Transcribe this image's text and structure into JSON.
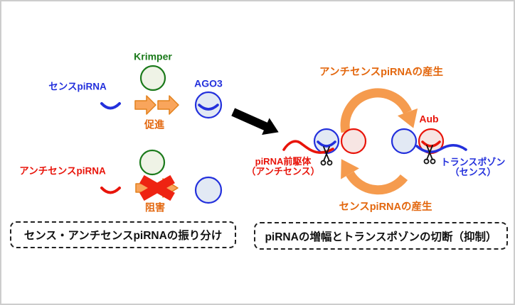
{
  "left_panel": {
    "krimper_label": "Krimper",
    "sense_pirna_label": "センスpiRNA",
    "ago3_label": "AGO3",
    "promote_label": "促進",
    "antisense_pirna_label": "アンチセンスpiRNA",
    "inhibit_label": "阻害",
    "caption": "センス・アンチセンスpiRNAの振り分け"
  },
  "right_panel": {
    "antisense_production_label": "アンチセンスpiRNAの産生",
    "sense_production_label": "センスpiRNAの産生",
    "aub_label": "Aub",
    "precursor_label_line1": "piRNA前駆体",
    "precursor_label_line2": "（アンチセンス）",
    "transposon_label_line1": "トランスポゾン",
    "transposon_label_line2": "（センス）",
    "caption": "piRNAの増幅とトランスポゾンの切断（抑制）"
  },
  "colors": {
    "blue": "#2330dc",
    "red": "#e8140a",
    "green": "#1b7a1b",
    "orange_arrow_fill": "#f59b4e",
    "orange_arrow_stroke": "#e2811c",
    "orange_text": "#e3670e",
    "inhibit_x_red": "#ee2312",
    "green_circle_fill": "#eff3e6",
    "blue_circle_fill": "#e2e9f4",
    "red_circle_fill": "#f7e5e3",
    "caption_border": "#222222"
  }
}
